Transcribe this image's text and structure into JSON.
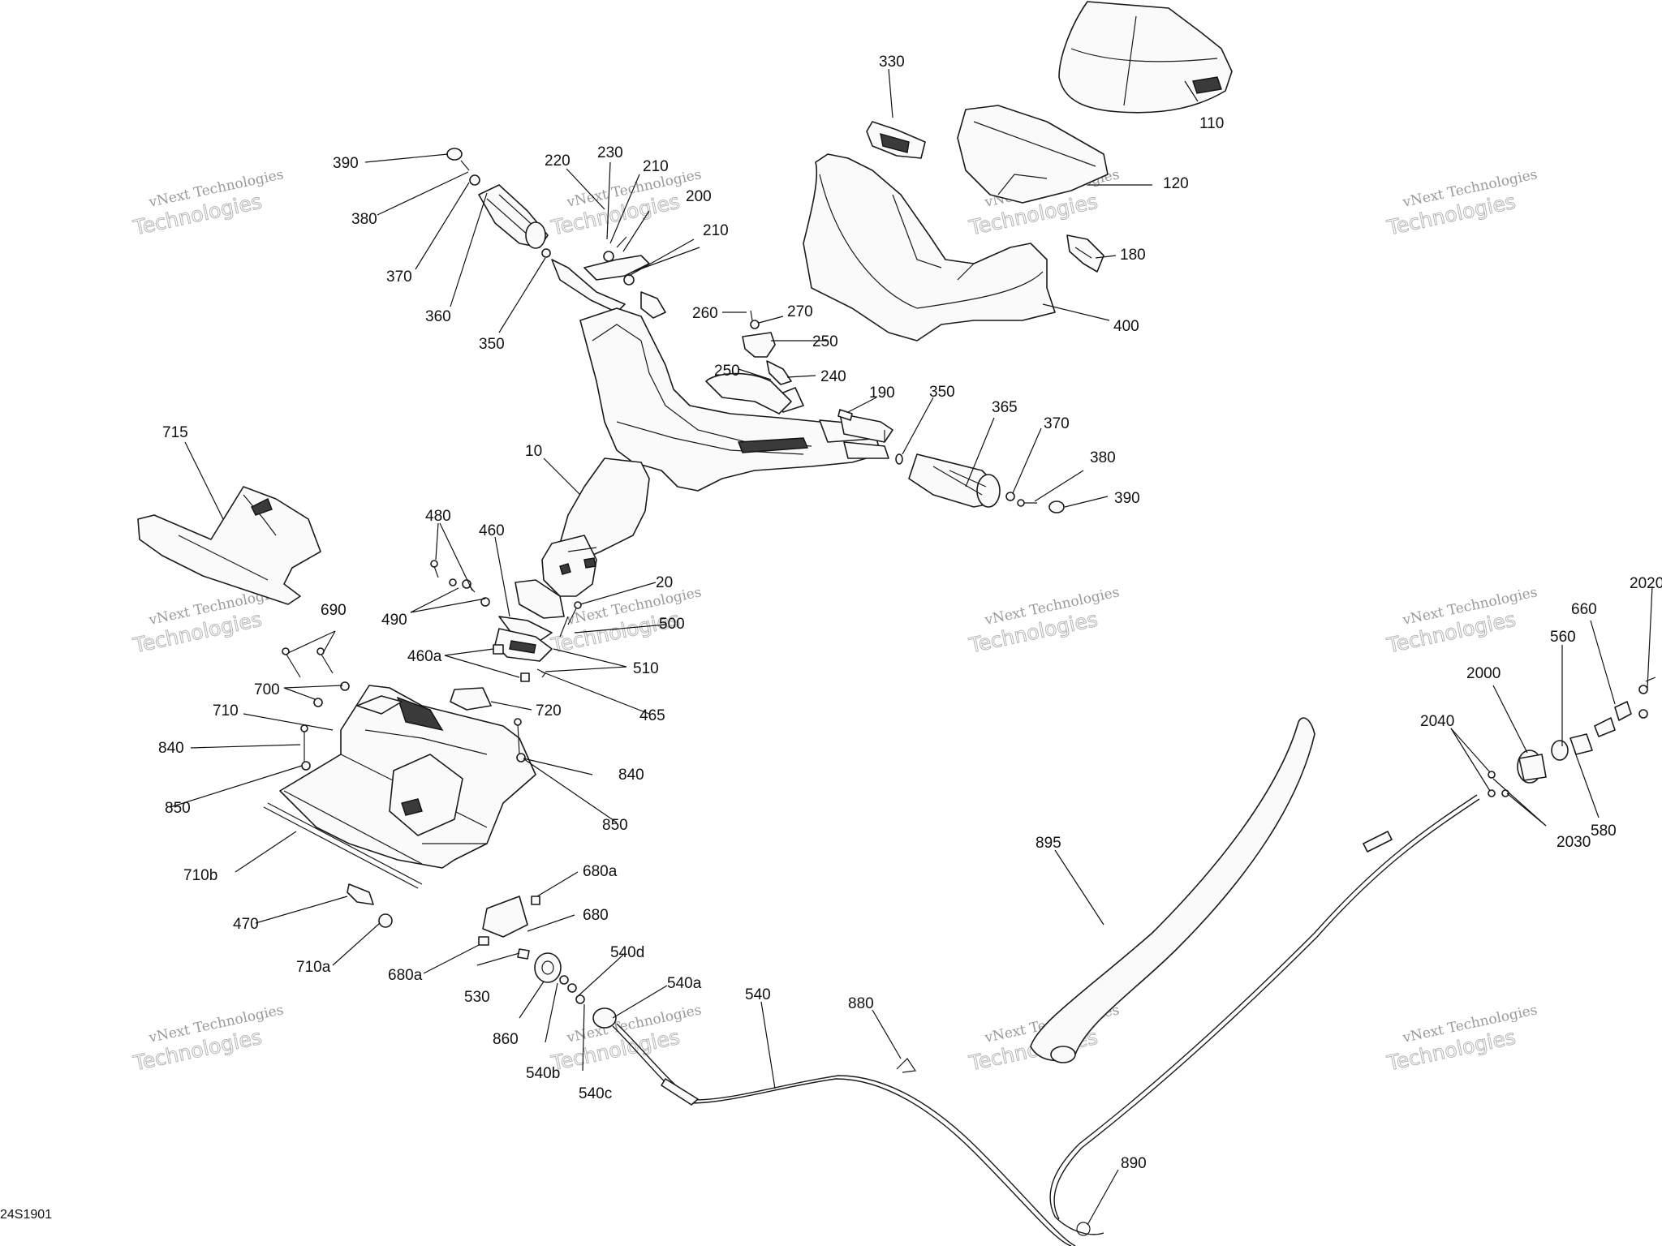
{
  "diagram": {
    "code": "24S1901",
    "watermark": {
      "line1": "vNext Technologies",
      "line2": "Technologies"
    },
    "callouts": [
      {
        "id": "c330",
        "text": "330"
      },
      {
        "id": "c110",
        "text": "110"
      },
      {
        "id": "c120",
        "text": "120"
      },
      {
        "id": "c180",
        "text": "180"
      },
      {
        "id": "c400",
        "text": "400"
      },
      {
        "id": "c390a",
        "text": "390"
      },
      {
        "id": "c380a",
        "text": "380"
      },
      {
        "id": "c370a",
        "text": "370"
      },
      {
        "id": "c360",
        "text": "360"
      },
      {
        "id": "c350a",
        "text": "350"
      },
      {
        "id": "c220",
        "text": "220"
      },
      {
        "id": "c230",
        "text": "230"
      },
      {
        "id": "c210a",
        "text": "210"
      },
      {
        "id": "c200",
        "text": "200"
      },
      {
        "id": "c210b",
        "text": "210"
      },
      {
        "id": "c260",
        "text": "260"
      },
      {
        "id": "c270",
        "text": "270"
      },
      {
        "id": "c250a",
        "text": "250"
      },
      {
        "id": "c250b",
        "text": "250"
      },
      {
        "id": "c240",
        "text": "240"
      },
      {
        "id": "c190",
        "text": "190"
      },
      {
        "id": "c350b",
        "text": "350"
      },
      {
        "id": "c365",
        "text": "365"
      },
      {
        "id": "c370b",
        "text": "370"
      },
      {
        "id": "c380b",
        "text": "380"
      },
      {
        "id": "c390b",
        "text": "390"
      },
      {
        "id": "c10",
        "text": "10"
      },
      {
        "id": "c715",
        "text": "715"
      },
      {
        "id": "c480",
        "text": "480"
      },
      {
        "id": "c460",
        "text": "460"
      },
      {
        "id": "c20",
        "text": "20"
      },
      {
        "id": "c490",
        "text": "490"
      },
      {
        "id": "c690",
        "text": "690"
      },
      {
        "id": "c500",
        "text": "500"
      },
      {
        "id": "c460a",
        "text": "460a"
      },
      {
        "id": "c510",
        "text": "510"
      },
      {
        "id": "c700",
        "text": "700"
      },
      {
        "id": "c710",
        "text": "710"
      },
      {
        "id": "c720",
        "text": "720"
      },
      {
        "id": "c465",
        "text": "465"
      },
      {
        "id": "c840a",
        "text": "840"
      },
      {
        "id": "c840b",
        "text": "840"
      },
      {
        "id": "c850a",
        "text": "850"
      },
      {
        "id": "c850b",
        "text": "850"
      },
      {
        "id": "c710b",
        "text": "710b"
      },
      {
        "id": "c680a1",
        "text": "680a"
      },
      {
        "id": "c680",
        "text": "680"
      },
      {
        "id": "c470",
        "text": "470"
      },
      {
        "id": "c710a",
        "text": "710a"
      },
      {
        "id": "c680a2",
        "text": "680a"
      },
      {
        "id": "c540d",
        "text": "540d"
      },
      {
        "id": "c530",
        "text": "530"
      },
      {
        "id": "c540a",
        "text": "540a"
      },
      {
        "id": "c540",
        "text": "540"
      },
      {
        "id": "c880",
        "text": "880"
      },
      {
        "id": "c860",
        "text": "860"
      },
      {
        "id": "c540b",
        "text": "540b"
      },
      {
        "id": "c540c",
        "text": "540c"
      },
      {
        "id": "c895",
        "text": "895"
      },
      {
        "id": "c890",
        "text": "890"
      },
      {
        "id": "c2020",
        "text": "2020"
      },
      {
        "id": "c660",
        "text": "660"
      },
      {
        "id": "c560",
        "text": "560"
      },
      {
        "id": "c2000",
        "text": "2000"
      },
      {
        "id": "c2040",
        "text": "2040"
      },
      {
        "id": "c580",
        "text": "580"
      },
      {
        "id": "c2030",
        "text": "2030"
      }
    ]
  }
}
